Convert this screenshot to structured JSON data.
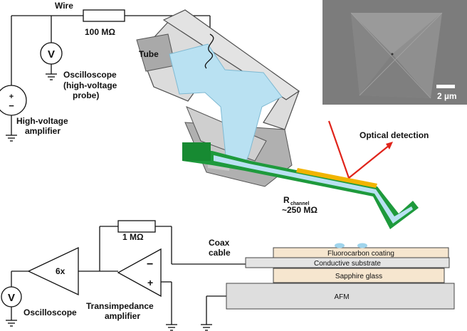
{
  "labels": {
    "wire": "Wire",
    "resistor_100": "100 MΩ",
    "tube": "Tube",
    "oscilloscope_hv": [
      "Oscilloscope",
      "(high-voltage",
      "probe)"
    ],
    "hv_amplifier": [
      "High-voltage",
      "amplifier"
    ],
    "optical_detection": "Optical detection",
    "r_channel_main": "R",
    "r_channel_sub": "channel",
    "r_channel_value": "~250 MΩ",
    "resistor_1": "1 MΩ",
    "coax": [
      "Coax",
      "cable"
    ],
    "gain": "6x",
    "opamp_minus": "−",
    "opamp_plus": "+",
    "oscilloscope": "Oscilloscope",
    "transimpedance": [
      "Transimpedance",
      "amplifier"
    ],
    "fluorocarbon": "Fluorocarbon coating",
    "conductive": "Conductive substrate",
    "sapphire": "Sapphire glass",
    "afm": "AFM",
    "voltmeter_symbol": "V",
    "plus_symbol": "+",
    "minus_symbol": "−"
  },
  "inset": {
    "scale_bar_label": "2 µm"
  },
  "colors": {
    "channel_fill": "#b9e1f2",
    "channel_outline": "#1e9a3c",
    "gold_electrode": "#f1b400",
    "optical_beam": "#e0241b",
    "holder_gray": "#d9d9d9",
    "tube_gray": "#a9a9a9",
    "layer_fill": "#f6e6cf",
    "droplet": "#9fd4ec"
  }
}
